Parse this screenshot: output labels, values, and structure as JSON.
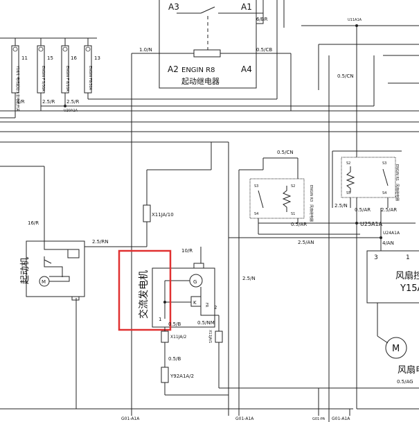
{
  "diagram": {
    "starter_relay": {
      "pins": {
        "a3": "A3",
        "a1": "A1",
        "a2": "A2",
        "a4": "A4"
      },
      "name": "ENGIN R8",
      "title_cn": "起动继电器",
      "wire_left": "1.0/N",
      "wire_right": "0.5/CB",
      "wire_top_right": "6/BR"
    },
    "fuse_strip": {
      "pin_numbers": [
        "11",
        "15",
        "16",
        "13"
      ],
      "fuse_labels": [
        "Y16/1 电喷起动 / 非电喷开关",
        "ENGIN F 5/30A",
        "ENGIN F 8/10A",
        "ENGIN F8/30A"
      ],
      "wires": {
        "w1": "4/R",
        "w2": "2.5/R",
        "w3": "2.5/R"
      },
      "splice": "U20A1A"
    },
    "splices": {
      "u11": "U11A1A",
      "u25": "U25A1A",
      "u24": "U24A1A"
    },
    "wires": {
      "cn_top": "0.5/CN",
      "cn_mid": "0.5/CN",
      "w16r": "16/R",
      "w25rn": "2.5/RN",
      "w10r": "10/R",
      "w25n": "2.5/N",
      "w25an": "2.5/AN",
      "w25n_right": "2.5/N",
      "w05ar_a": "0.5/AR",
      "w25ar": "2.5/AR",
      "w05ar_b": "0.5/AR",
      "w4an": "4/AN",
      "w05b_a": "0.5/B",
      "w05nm": "0.5/NM",
      "w05b_b": "0.5/B",
      "w05ag": "0.5/AG"
    },
    "connectors": {
      "x11ja10": "X11JA/10",
      "x11ja2": "X11JA/2",
      "x11ja1": "X11JA/1",
      "y92a1a2": "Y92A1A/2"
    },
    "starter": {
      "title_cn": "起动机",
      "motor": "M"
    },
    "alternator": {
      "title_cn": "交流发电机",
      "gen": "G",
      "reg": "K",
      "pin1": "1",
      "pin2": "2",
      "fr": "FR"
    },
    "fan_relay_r3": {
      "pins": [
        "S3",
        "S4",
        "S2",
        "S1"
      ],
      "title": "ENGIN R3",
      "title_cn": "风扇继电器"
    },
    "fan_relay_r1": {
      "pins": [
        "S2",
        "S3",
        "S5",
        "S4"
      ],
      "title": "ENGIN R1",
      "title_cn": "风扇继电器"
    },
    "fan_ctrl": {
      "pin3": "3",
      "pin1": "1",
      "title_cn": "风扇控",
      "code": "Y15A"
    },
    "fan_motor": {
      "motor": "M",
      "title_cn": "风扇电"
    },
    "grounds": {
      "g1": "G01-A1A",
      "g2": "G01-A1A",
      "g3": "G01-PA",
      "g4": "G01-A1A"
    },
    "highlight_color": "#e03030"
  }
}
